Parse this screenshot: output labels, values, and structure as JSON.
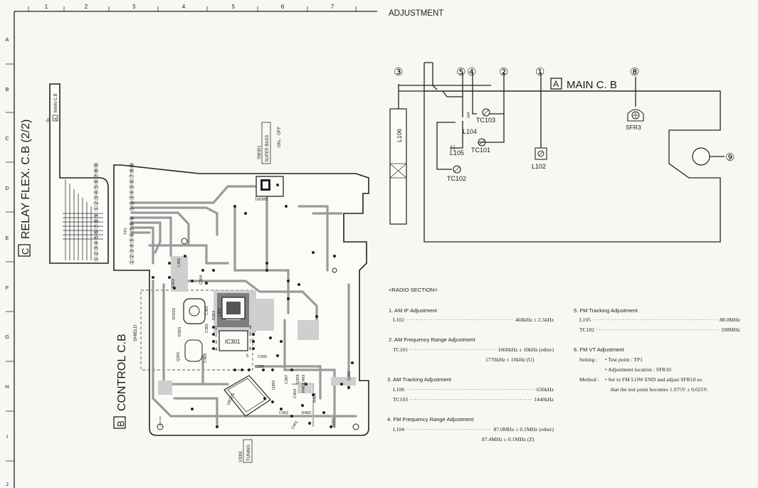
{
  "header": {
    "title": "ADJUSTMENT"
  },
  "grid": {
    "columns": [
      "1",
      "2",
      "3",
      "4",
      "5",
      "6",
      "7"
    ],
    "rows": [
      "A",
      "B",
      "C",
      "D",
      "E",
      "F",
      "G",
      "H",
      "I",
      "J"
    ]
  },
  "relay_flex": {
    "title": "RELAY FLEX. C.B (2/2)",
    "letter": "C",
    "to_label": "To",
    "to_board": "MAIN C.B",
    "to_letter": "A",
    "pins_top": "①②③④⑤⑥⑦⑧⑨",
    "pins_bottom": "①②③④⑤⑥⑦⑧⑨"
  },
  "control_board": {
    "title": "CONTROL C.B",
    "letter": "B",
    "tp_label": "TP1",
    "pins_top": "①②③④⑤⑥⑦⑧⑨",
    "pins_bottom": "①②③④⑤⑥⑦⑧⑨",
    "shield": "SHIELD",
    "sw_label": "SW301",
    "sw_function": "SUPER BASS",
    "sw_on": "ON",
    "sw_off": "OFF",
    "sw_arrow": "↔",
    "sw_board_label": "SW301",
    "vr_label": "V330I",
    "vr_function": "TUNING",
    "vr_board_label": "VR301",
    "ic_label": "IC301",
    "parts": [
      "L302",
      "R302",
      "C304",
      "SFR10",
      "R303",
      "C301",
      "C302",
      "Q301",
      "C303",
      "R304",
      "L301",
      "C305",
      "C306",
      "C307",
      "Q302",
      "Q303",
      "R403",
      "R404",
      "C404",
      "Q401",
      "R402",
      "C402",
      "C401",
      "R401",
      "C403"
    ],
    "pin_numbers": [
      "1",
      "2",
      "3",
      "4",
      "5",
      "6",
      "7",
      "8",
      "9"
    ]
  },
  "main_board": {
    "letter": "A",
    "title": "MAIN C. B",
    "callouts": [
      "③",
      "⑤",
      "④",
      "②",
      "①",
      "⑧",
      "⑨"
    ],
    "parts": {
      "l106": "L106",
      "tc103": "TC103",
      "l104": "L104",
      "l105": "L105",
      "tc101": "TC101",
      "tc102": "TC102",
      "l102": "L102",
      "sfr3": "SFR3",
      "l104_mark": "104"
    }
  },
  "radio": {
    "heading": "<RADIO SECTION>",
    "sections": [
      {
        "title": "1. AM IF Adjustment",
        "rows": [
          {
            "label": "L102",
            "value": "468kHz ± 2.5kHz"
          }
        ]
      },
      {
        "title": "2. AM Frequency Range Adjustment",
        "rows": [
          {
            "label": "TC101",
            "value": "1660kHz ± 10kHz (other)"
          },
          {
            "label": "",
            "value": "1770kHz ± 10kHz (U)"
          }
        ]
      },
      {
        "title": "3. AM Tracking Adjustment",
        "rows": [
          {
            "label": "L106",
            "value": "630kHz"
          },
          {
            "label": "TC103",
            "value": "1440kHz"
          }
        ]
      },
      {
        "title": "4. FM Frequency Range Adjustment",
        "rows": [
          {
            "label": "L104",
            "value": "87.0MHz ± 0.1MHz (other)"
          },
          {
            "label": "",
            "value": "87.4MHz ± 0.1MHz (Z)"
          }
        ]
      },
      {
        "title": "5. FM Tracking Adjustment",
        "rows": [
          {
            "label": "L105",
            "value": "88.0MHz"
          },
          {
            "label": "TC102",
            "value": "108MHz"
          }
        ]
      },
      {
        "title": "6. FM VT Adjustment"
      }
    ],
    "vt": {
      "setting_label": "Setting :",
      "setting_1": "• Test point : TP1",
      "setting_2": "• Adjustment location : SFR10",
      "method_label": "Method :",
      "method_1": "• Set to FM LOW END and adjust SFR10 so",
      "method_2": "that the test point becomes 1.075V ± 0.025V."
    }
  }
}
